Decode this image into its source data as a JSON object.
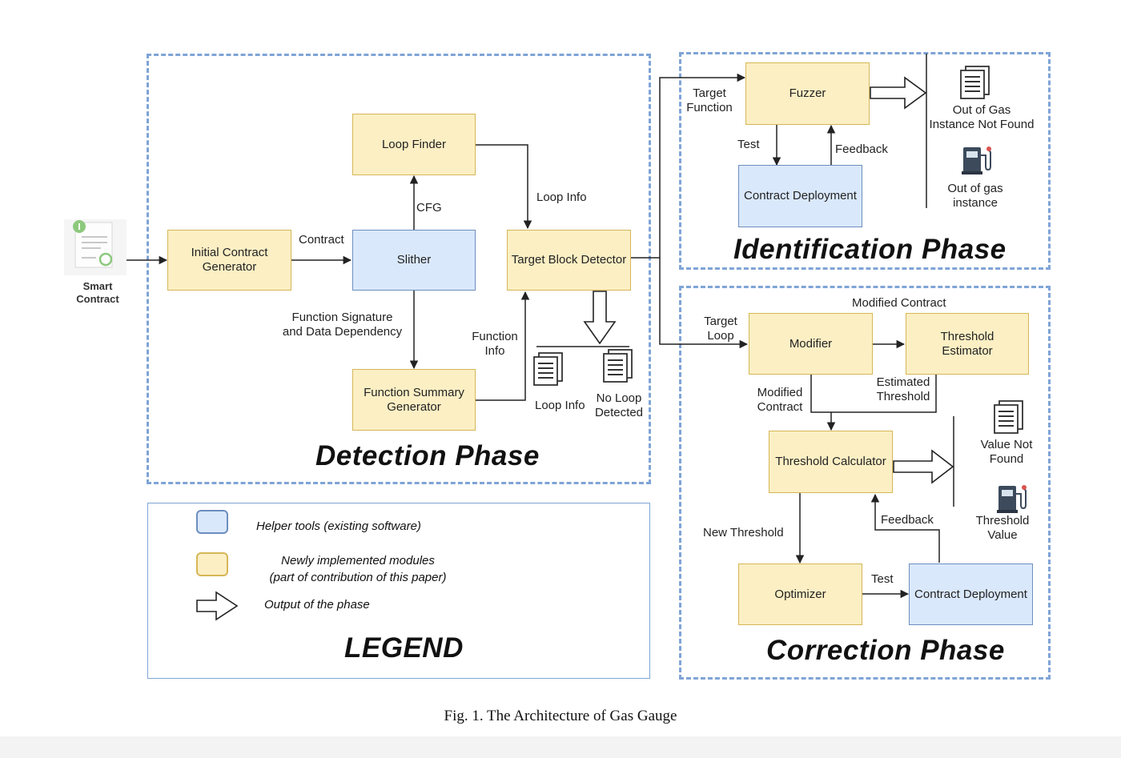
{
  "caption": "Fig. 1.  The Architecture of Gas Gauge",
  "smart_contract": "Smart\nContract",
  "phases": {
    "detection": "Detection Phase",
    "identification": "Identification Phase",
    "correction": "Correction Phase"
  },
  "modules": {
    "initial_contract_generator": "Initial Contract\nGenerator",
    "slither": "Slither",
    "loop_finder": "Loop Finder",
    "target_block_detector": "Target Block Detector",
    "function_summary_generator": "Function Summary\nGenerator",
    "fuzzer": "Fuzzer",
    "contract_deployment_identification": "Contract Deployment",
    "modifier": "Modifier",
    "threshold_estimator": "Threshold\nEstimator",
    "threshold_calculator": "Threshold Calculator",
    "optimizer": "Optimizer",
    "contract_deployment_correction": "Contract Deployment"
  },
  "edge_labels": {
    "contract": "Contract",
    "cfg": "CFG",
    "loop_info": "Loop Info",
    "function_signature": "Function Signature\nand Data Dependency",
    "function_info": "Function\nInfo",
    "target_function": "Target\nFunction",
    "test_identification": "Test",
    "feedback_identification": "Feedback",
    "target_loop": "Target\nLoop",
    "modified_contract_top": "Modified Contract",
    "modified_contract_left": "Modified\nContract",
    "estimated_threshold": "Estimated\nThreshold",
    "new_threshold": "New Threshold",
    "feedback_correction": "Feedback",
    "test_correction": "Test"
  },
  "outputs": {
    "loop_info": "Loop Info",
    "no_loop_detected": "No Loop\nDetected",
    "out_of_gas_not_found": "Out of Gas\nInstance Not Found",
    "out_of_gas_instance": "Out of gas\ninstance",
    "value_not_found": "Value Not\nFound",
    "threshold_value": "Threshold\nValue"
  },
  "legend": {
    "title": "LEGEND",
    "helper": "Helper tools (existing software)",
    "new_modules": "Newly implemented modules\n(part of contribution of this paper)",
    "output": "Output of the phase"
  },
  "colors": {
    "new_module_fill": "#fcefc4",
    "new_module_border": "#d6b656",
    "helper_fill": "#dae8fc",
    "helper_border": "#6c8ebf",
    "phase_border": "#7fa4d6"
  }
}
